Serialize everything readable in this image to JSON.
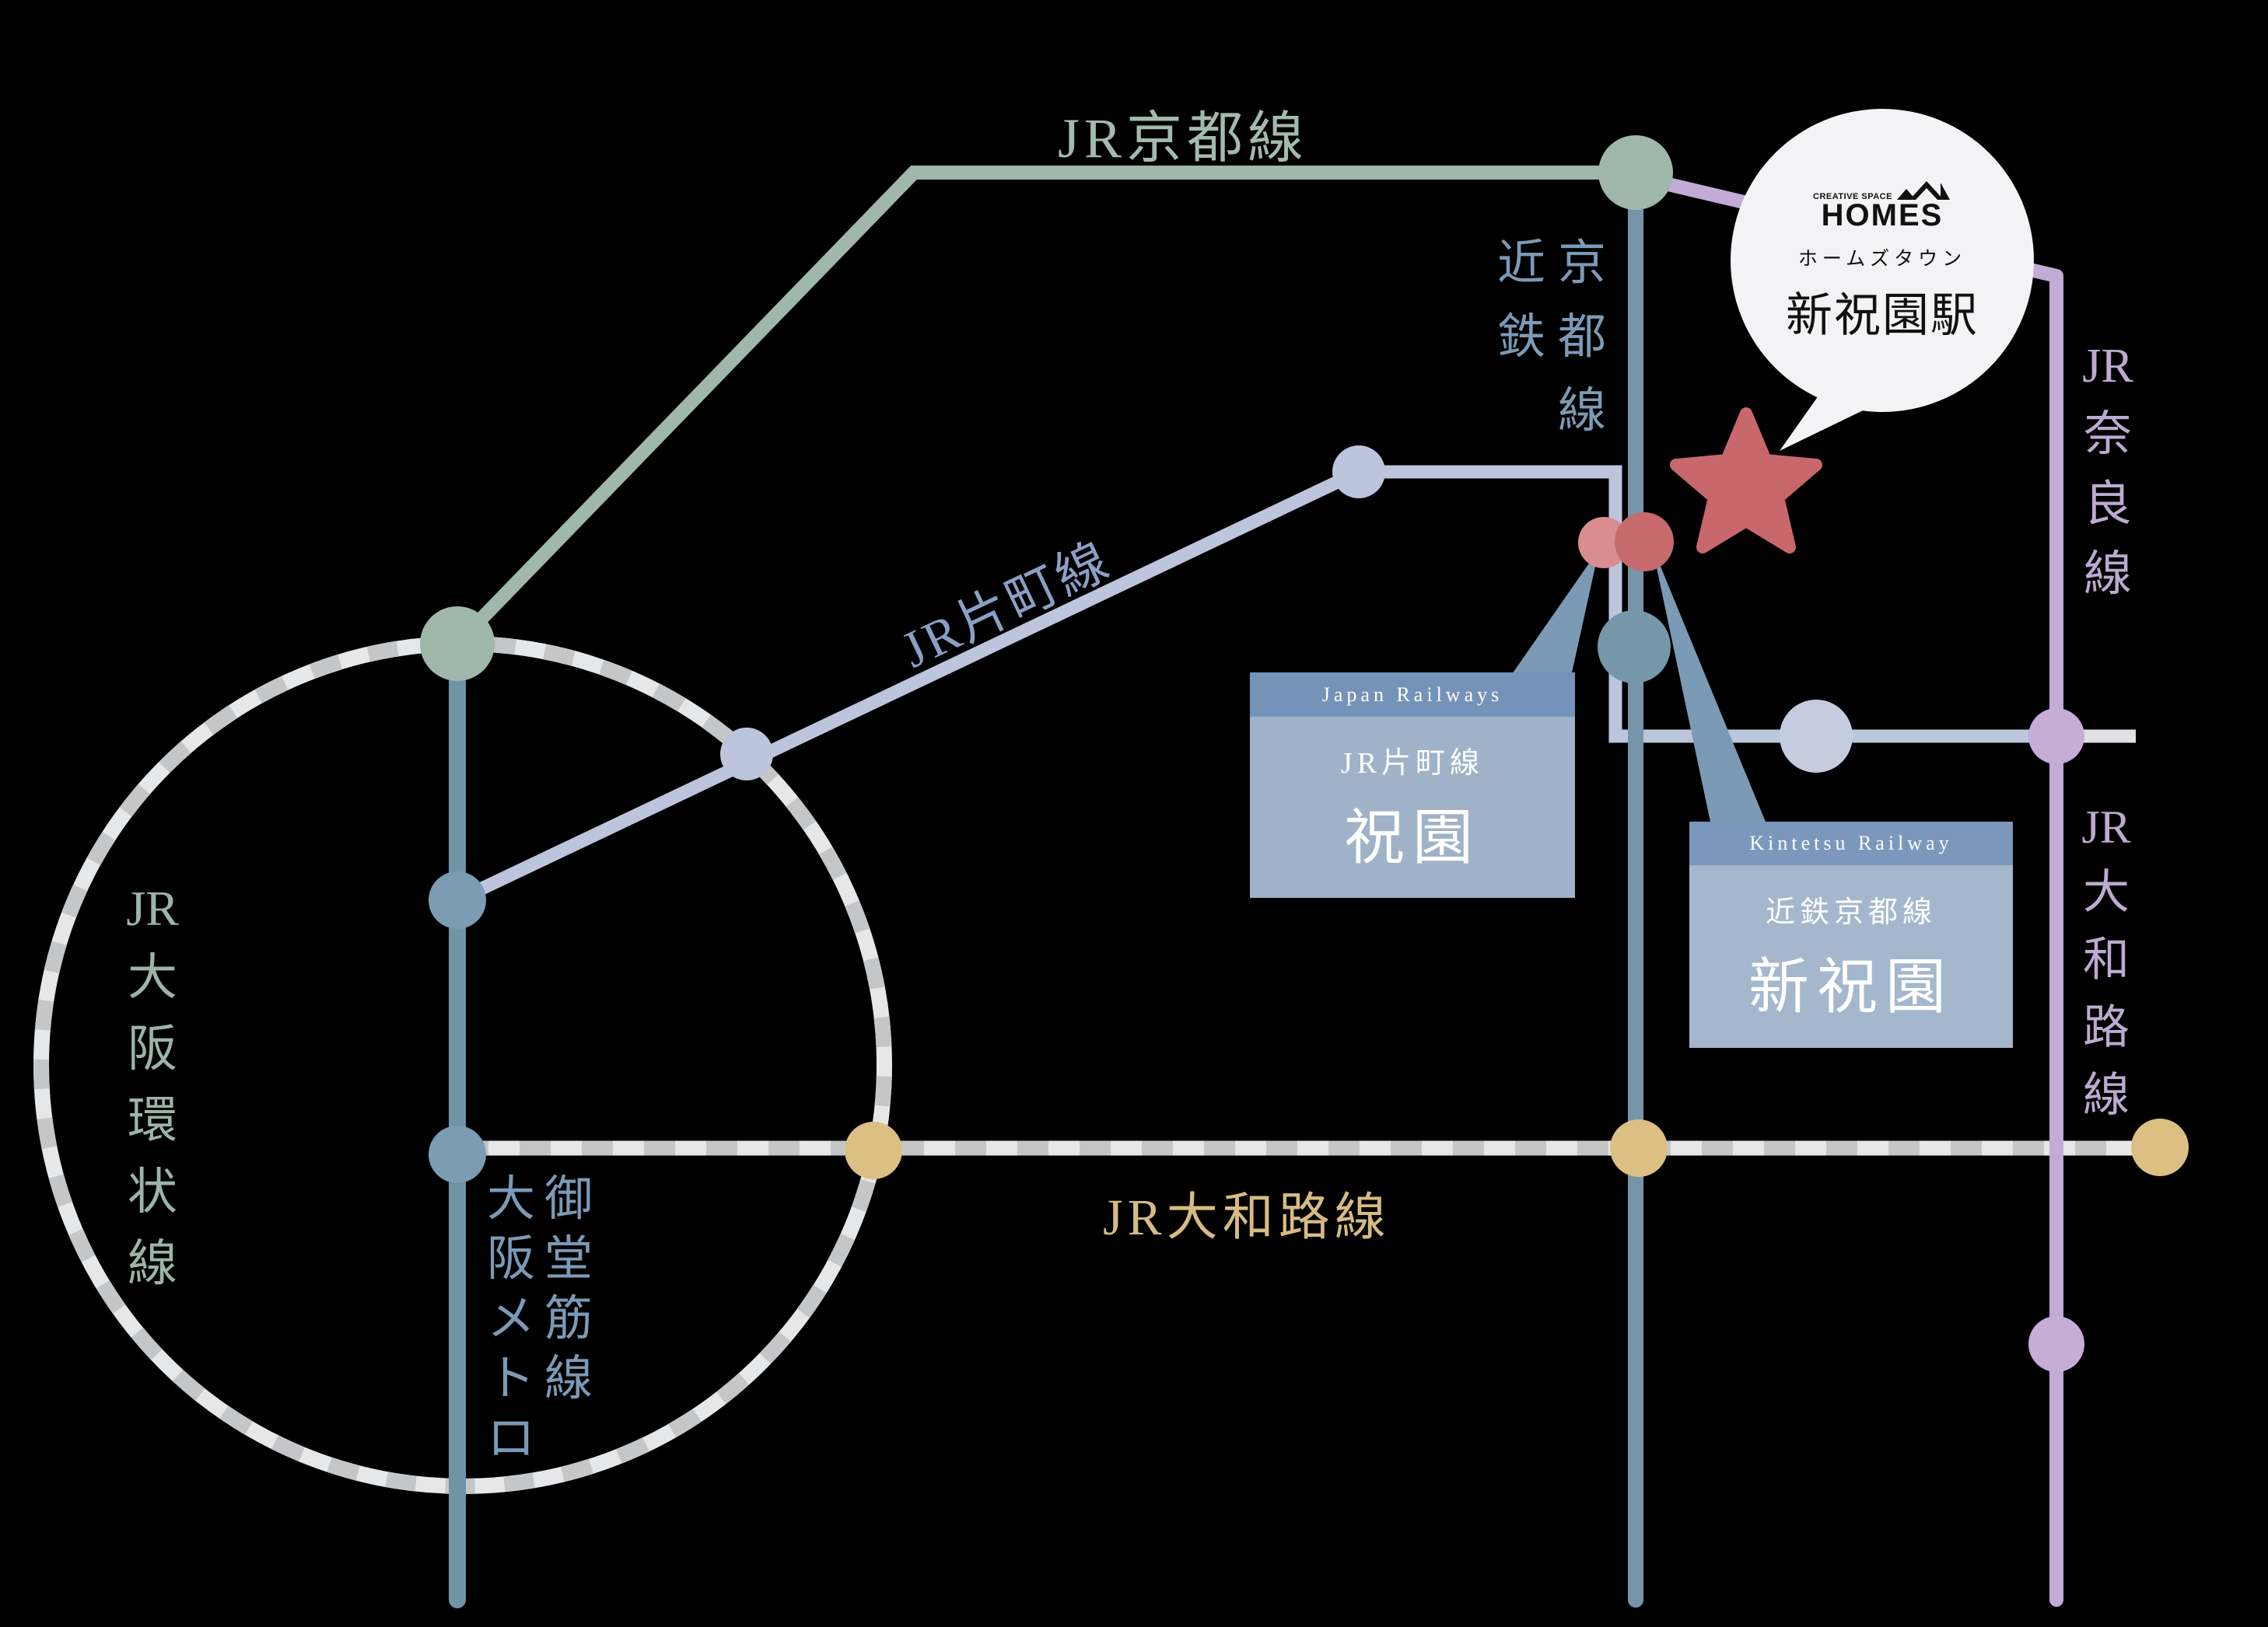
{
  "diagram_type": "railway-access-map",
  "background_color": "#000000",
  "lines": [
    {
      "id": "jr-kyoto",
      "name": "JR京都線",
      "color": "#a0b7ab"
    },
    {
      "id": "jr-katamachi",
      "name": "JR片町線",
      "color": "#bdc5dd",
      "label_color": "#8b9fc6"
    },
    {
      "id": "jr-osaka-loop",
      "name": "JR大阪環状線",
      "color": "#c5c6c8",
      "style": "dashed"
    },
    {
      "id": "jr-yamatoji",
      "name": "JR大和路線",
      "color": "#c5c6c8",
      "style": "dashed",
      "label_color": "#d6bb84"
    },
    {
      "id": "jr-nara",
      "name": "JR奈良線",
      "color": "#c2abd6"
    },
    {
      "id": "kintetsu-kyoto",
      "name": "近鉄京都線",
      "color": "#7795a8",
      "operator": "近鉄"
    },
    {
      "id": "midosuji",
      "name": "御堂筋線",
      "color": "#6f94a8",
      "operator": "大阪メトロ"
    }
  ],
  "markers": {
    "star_color": "#c9686c",
    "jr-hosono_dot_color": "#d98d91",
    "shin-hosono_dot_color": "#c66a6e",
    "interchange_yellow": "#dcc083",
    "green_dot": "#a0b7ab",
    "lavender_dot": "#bdc5dd",
    "light_lavender_dot": "#c6ccdf",
    "purple_dot": "#c4aed8",
    "steel_blue_dot": "#7b9cb3",
    "teal_dot": "#7697a9"
  },
  "labels": {
    "jr_kyoto": "JR京都線",
    "katamachi": "JR片町線",
    "yamatoji_bottom": "JR大和路線",
    "kintetsu_operator": [
      "近",
      "鉄"
    ],
    "kintetsu_line": [
      "京",
      "都",
      "線"
    ],
    "loop": [
      "JR",
      "大",
      "阪",
      "環",
      "状",
      "線"
    ],
    "metro_operator": [
      "大",
      "阪",
      "メ",
      "ト",
      "ロ"
    ],
    "metro_line": [
      "御",
      "堂",
      "筋",
      "線"
    ],
    "nara": [
      "JR",
      "奈",
      "良",
      "線"
    ],
    "yamatoji_right": [
      "JR",
      "大",
      "和",
      "路",
      "線"
    ]
  },
  "station_boxes": {
    "jr": {
      "railway": "Japan Railways",
      "line": "JR片町線",
      "station": "祝園",
      "header_color": "#7593b8",
      "body_color": "#9fb2c8"
    },
    "kintetsu": {
      "railway": "Kintetsu Railway",
      "line": "近鉄京都線",
      "station": "新祝園",
      "header_color": "#7b97bc",
      "body_color": "#a4b7cd"
    }
  },
  "bubble": {
    "brand_small": "CREATIVE SPACE",
    "brand": "HOMES",
    "town": "ホームズタウン",
    "station": "新祝園駅"
  }
}
